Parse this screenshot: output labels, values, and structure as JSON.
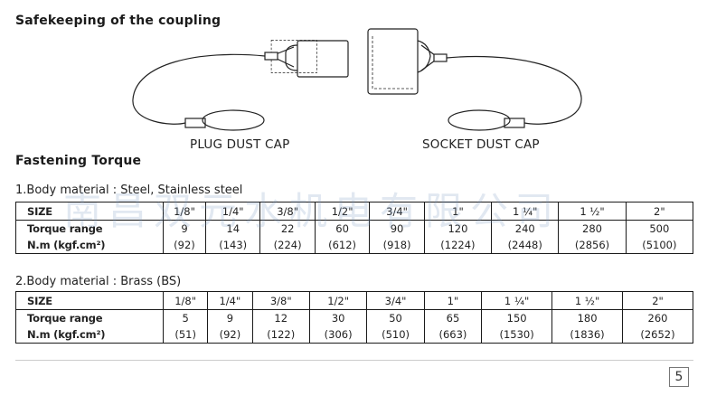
{
  "headings": {
    "safekeeping": "Safekeeping of the coupling",
    "fastening": "Fastening Torque"
  },
  "figure": {
    "plug_caption": "PLUG DUST CAP",
    "socket_caption": "SOCKET DUST CAP"
  },
  "table1": {
    "title": "1.Body material : Steel, Stainless steel",
    "size_label": "SIZE",
    "sizes": [
      "1/8\"",
      "1/4\"",
      "3/8\"",
      "1/2\"",
      "3/4\"",
      "1\"",
      "1 ¼\"",
      "1 ½\"",
      "2\""
    ],
    "torque_label": "Torque range",
    "unit_label": "N.m (kgf.cm²)",
    "torque_nm": [
      "9",
      "14",
      "22",
      "60",
      "90",
      "120",
      "240",
      "280",
      "500"
    ],
    "torque_kgf": [
      "(92)",
      "(143)",
      "(224)",
      "(612)",
      "(918)",
      "(1224)",
      "(2448)",
      "(2856)",
      "(5100)"
    ]
  },
  "table2": {
    "title": "2.Body material : Brass (BS)",
    "size_label": "SIZE",
    "sizes": [
      "1/8\"",
      "1/4\"",
      "3/8\"",
      "1/2\"",
      "3/4\"",
      "1\"",
      "1 ¼\"",
      "1 ½\"",
      "2\""
    ],
    "torque_label": "Torque range",
    "unit_label": "N.m (kgf.cm²)",
    "torque_nm": [
      "5",
      "9",
      "12",
      "30",
      "50",
      "65",
      "150",
      "180",
      "260"
    ],
    "torque_kgf": [
      "(51)",
      "(92)",
      "(122)",
      "(306)",
      "(510)",
      "(663)",
      "(1530)",
      "(1836)",
      "(2652)"
    ]
  },
  "watermark": "南昌双元水机电有限公司",
  "page_number": "5"
}
